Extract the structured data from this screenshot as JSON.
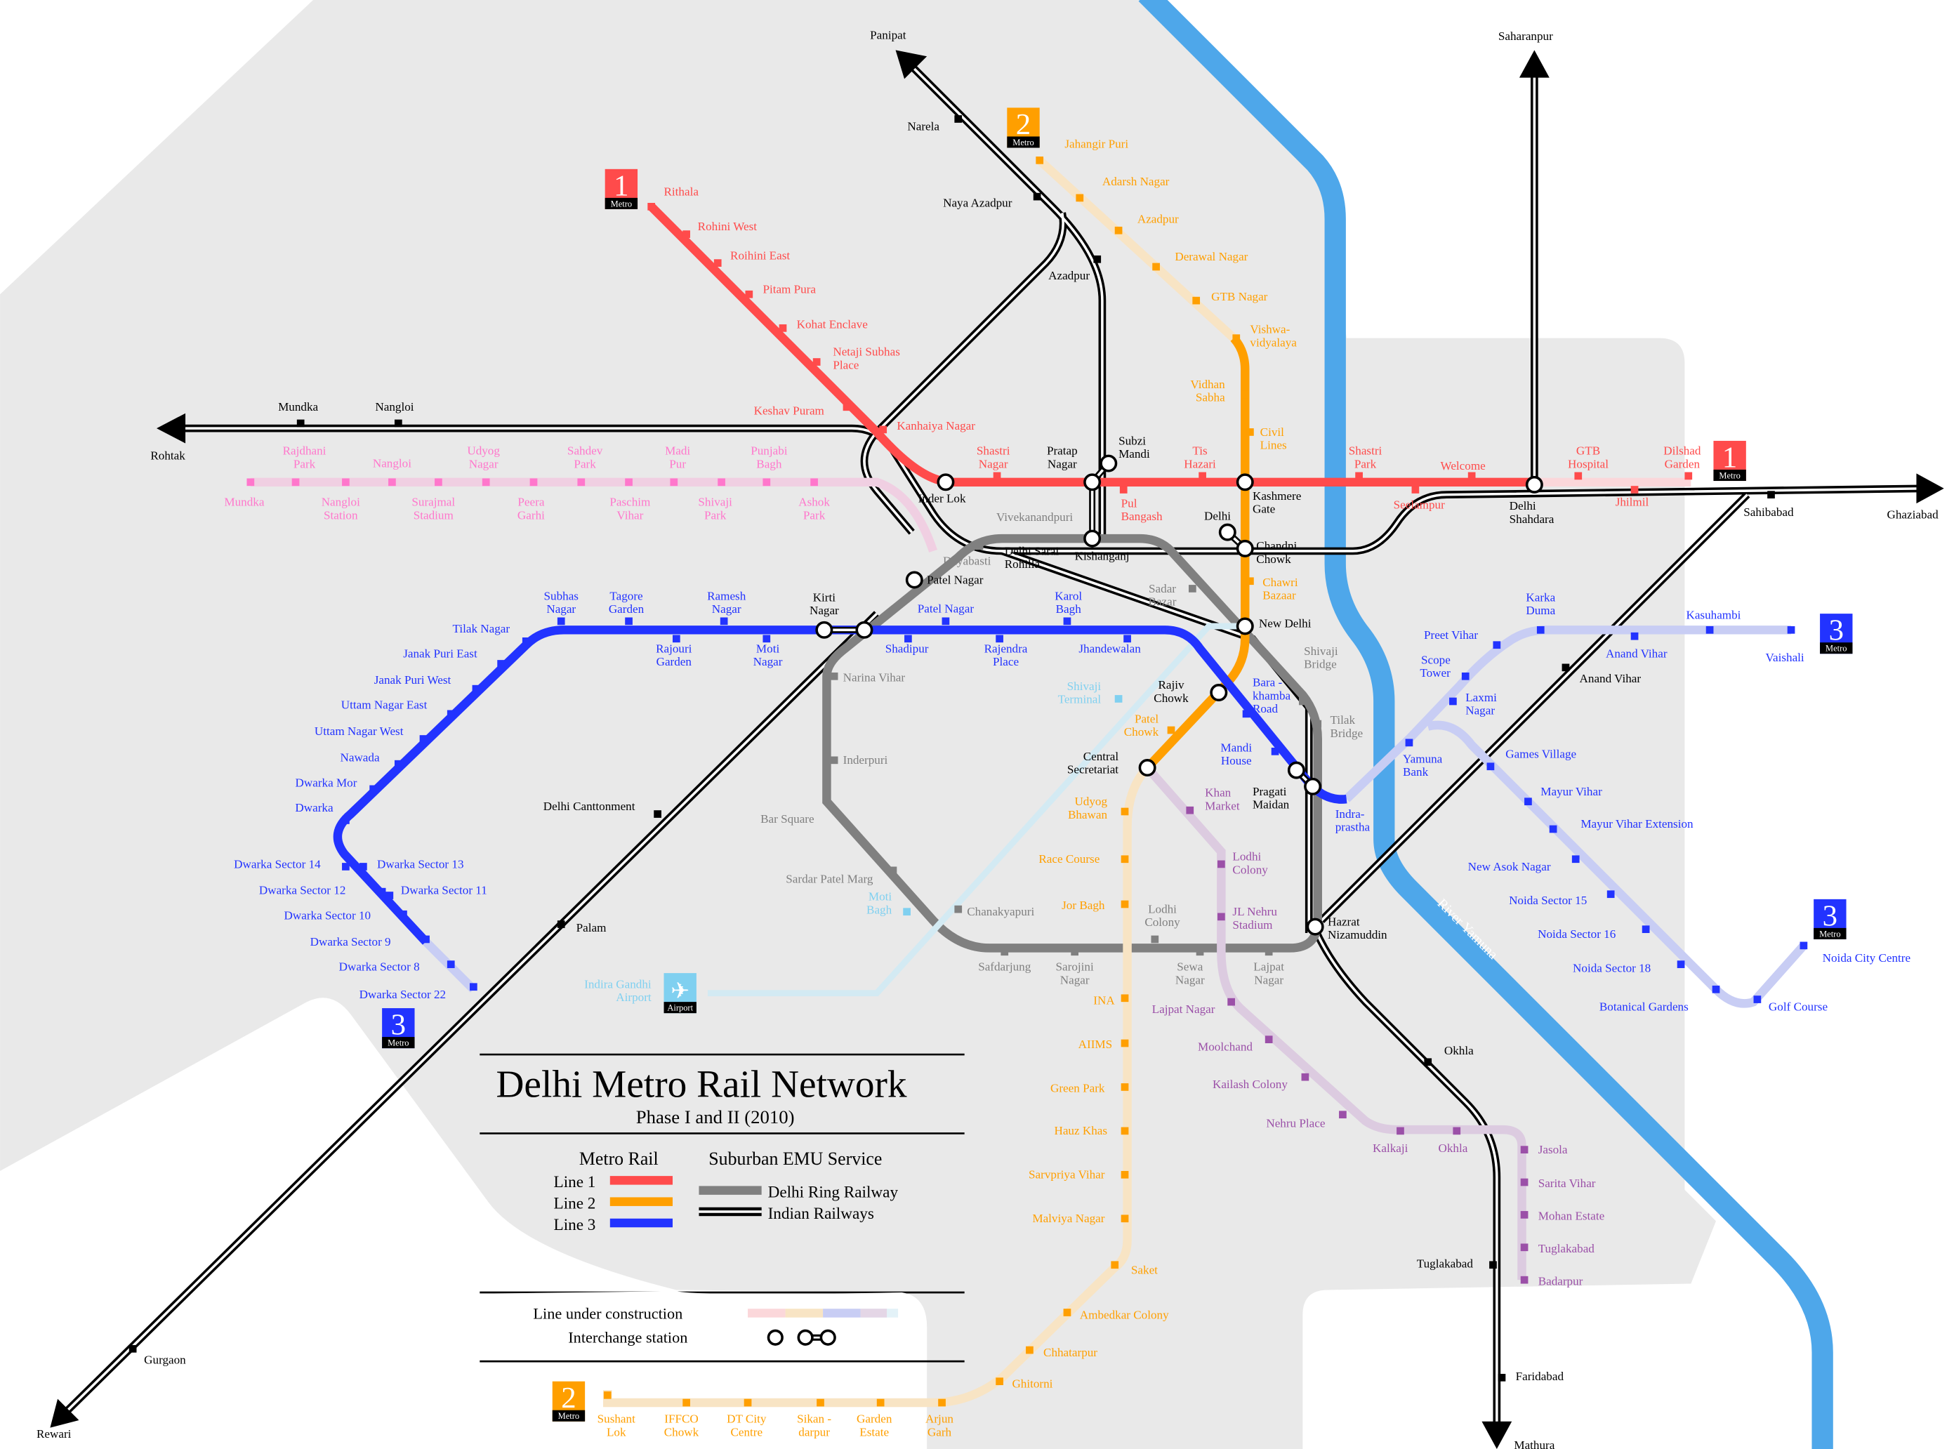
{
  "title": "Delhi Metro Rail Network",
  "subtitle": "Phase I and II (2010)",
  "legend": {
    "metro_heading": "Metro Rail",
    "emu_heading": "Suburban EMU Service",
    "line1": "Line 1",
    "line2": "Line 2",
    "line3": "Line 3",
    "ring": "Delhi Ring Railway",
    "railways": "Indian Railways",
    "construction": "Line under construction",
    "interchange": "Interchange station"
  },
  "badges": {
    "one": "1",
    "two": "2",
    "three": "3",
    "metro": "Metro",
    "airport": "Airport"
  },
  "river": "River Yamuna",
  "colors": {
    "line1": "#ff4b4b",
    "line2": "#ff9f00",
    "line3": "#2233ff",
    "ring": "#808080",
    "pink": "#ff77cc",
    "purple": "#9b50a8",
    "airport": "#80d0f0",
    "river": "#4ea7ea",
    "land": "#e9e9e9"
  },
  "line1": {
    "stations": [
      "Rithala",
      "Rohini West",
      "Roihini East",
      "Pitam Pura",
      "Kohat Enclave",
      "Netaji Subhas\nPlace",
      "Keshav Puram",
      "Kanhaiya Nagar",
      "Shastri\nNagar",
      "Pul\nBangash",
      "Tis\nHazari",
      "Shastri\nPark",
      "Seelampur",
      "Welcome",
      "GTB\nHospital",
      "Jhilmil",
      "Dilshad\nGarden"
    ]
  },
  "line2": {
    "stations": [
      "Jahangir Puri",
      "Adarsh Nagar",
      "Azadpur",
      "Derawal Nagar",
      "GTB Nagar",
      "Vishwa-\nvidyalaya",
      "Vidhan\nSabha",
      "Civil\nLines",
      "Chawri\nBazaar",
      "Patel\nChowk",
      "Udyog\nBhawan",
      "Race Course",
      "Jor Bagh",
      "INA",
      "AIIMS",
      "Green Park",
      "Hauz Khas",
      "Sarvpriya Vihar",
      "Malviya Nagar",
      "Saket",
      "Ambedkar Colony",
      "Chhatarpur",
      "Ghitorni",
      "Arjun\nGarh",
      "Garden\nEstate",
      "Sikan -\ndarpur",
      "DT City\nCentre",
      "IFFCO\nChowk",
      "Sushant\nLok"
    ]
  },
  "line3": {
    "stations": [
      "Dwarka Sector 22",
      "Dwarka Sector 8",
      "Dwarka Sector 9",
      "Dwarka Sector 10",
      "Dwarka Sector 11",
      "Dwarka Sector 12",
      "Dwarka Sector 13",
      "Dwarka Sector 14",
      "Dwarka",
      "Dwarka Mor",
      "Nawada",
      "Uttam Nagar West",
      "Uttam Nagar East",
      "Janak Puri West",
      "Janak Puri East",
      "Tilak Nagar",
      "Subhas\nNagar",
      "Tagore\nGarden",
      "Rajouri\nGarden",
      "Ramesh\nNagar",
      "Moti\nNagar",
      "Shadipur",
      "Patel Nagar",
      "Rajendra\nPlace",
      "Karol\nBagh",
      "Jhandewalan",
      "Bara -\nkhamba\nRoad",
      "Mandi\nHouse",
      "Indra-\nprastha",
      "Yamuna\nBank",
      "Laxmi\nNagar",
      "Scope\nTower",
      "Preet Vihar",
      "Karka\nDuma",
      "Anand Vihar",
      "Kasuhambi",
      "Vaishali",
      "Games Village",
      "Mayur Vihar",
      "Mayur Vihar Extension",
      "New Asok Nagar",
      "Noida Sector 15",
      "Noida Sector 16",
      "Noida Sector 18",
      "Botanical Gardens",
      "Golf Course",
      "Noida City Centre"
    ]
  },
  "pink_line": {
    "stations": [
      "Mundka",
      "Rajdhani\nPark",
      "Nangloi\nStation",
      "Nangloi",
      "Surajmal\nStadium",
      "Udyog\nNagar",
      "Peera\nGarhi",
      "Sahdev\nPark",
      "Paschim\nVihar",
      "Madi\nPur",
      "Shivaji\nPark",
      "Punjabi\nBagh",
      "Ashok\nPark"
    ]
  },
  "purple_line": {
    "stations": [
      "Khan\nMarket",
      "Lodhi\nColony",
      "JL Nehru\nStadium",
      "Lajpat Nagar",
      "Moolchand",
      "Kailash Colony",
      "Nehru Place",
      "Kalkaji",
      "Okhla",
      "Jasola",
      "Sarita Vihar",
      "Mohan Estate",
      "Tuglakabad",
      "Badarpur"
    ]
  },
  "airport_line": {
    "stations": [
      "Shivaji\nTerminal",
      "Moti\nBagh",
      "Indira Gandhi\nAirport"
    ]
  },
  "ring_railway": {
    "stations": [
      "Vivekanandpuri",
      "Dayabasti",
      "Sadar\nBazar",
      "Shivaji\nBridge",
      "Tilak\nBridge",
      "Narina Vihar",
      "Inderpuri",
      "Bar Square",
      "Sardar Patel Marg",
      "Chanakyapuri",
      "Lodhi\nColony",
      "Safdarjung",
      "Sarojini\nNagar",
      "Sewa\nNagar",
      "Lajpat\nNagar"
    ]
  },
  "interchanges": {
    "stations": [
      "Inder Lok",
      "Pratap\nNagar",
      "Subzi\nMandi",
      "Kashmere\nGate",
      "Delhi\nShahdara",
      "Delhi",
      "Chandni\nChowk",
      "New Delhi",
      "Rajiv\nChowk",
      "Central\nSecretariat",
      "Kirti\nNagar",
      "Patel Nagar",
      "Delhi Sarai\nRohilla",
      "Kishanganj",
      "Pragati\nMaidan",
      "Hazrat\nNizamuddin"
    ]
  },
  "railway_stations": {
    "stations": [
      "Narela",
      "Naya Azadpur",
      "Azadpur",
      "Mundka",
      "Nangloi",
      "Delhi Canttonment",
      "Palam",
      "Gurgaon",
      "Sahibabad",
      "Anand Vihar",
      "Okhla",
      "Tuglakabad",
      "Faridabad"
    ]
  },
  "destinations": {
    "stations": [
      "Panipat",
      "Rohtak",
      "Saharanpur",
      "Ghaziabad",
      "Rewari",
      "Mathura"
    ]
  }
}
